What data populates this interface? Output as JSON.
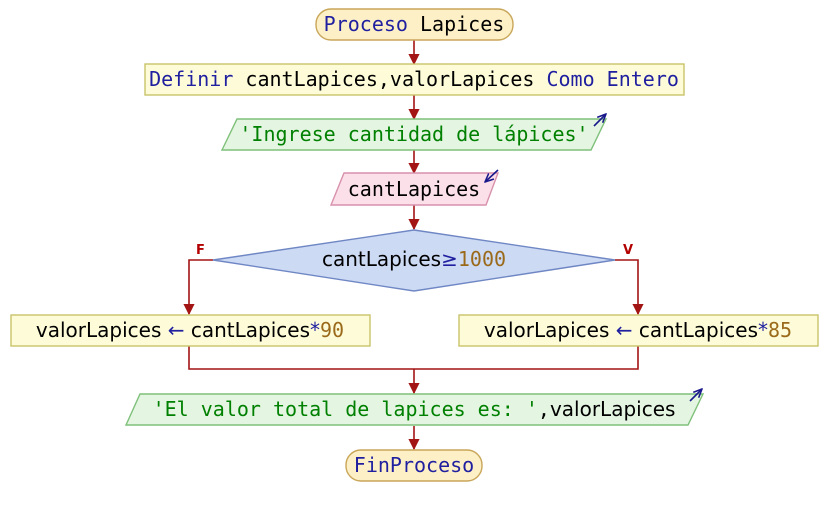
{
  "flowchart": {
    "start": {
      "keyword": "Proceso",
      "name": "Lapices"
    },
    "define": {
      "keyword": "Definir",
      "vars": "cantLapices,valorLapices",
      "as": "Como",
      "type": "Entero"
    },
    "output1": {
      "text": "'Ingrese cantidad de lápices'"
    },
    "input1": {
      "var": "cantLapices"
    },
    "decision": {
      "var": "cantLapices",
      "op": "≥",
      "value": "1000",
      "false_label": "F",
      "true_label": "V"
    },
    "assign_false": {
      "target": "valorLapices",
      "arrow": "←",
      "var": "cantLapices",
      "op": "*",
      "value": "90"
    },
    "assign_true": {
      "target": "valorLapices",
      "arrow": "←",
      "var": "cantLapices",
      "op": "*",
      "value": "85"
    },
    "output2": {
      "text": "'El valor total de lapices es: '",
      "sep": ",",
      "var": "valorLapices"
    },
    "end": {
      "label": "FinProceso"
    }
  },
  "colors": {
    "terminal_fill": "#fdf0c7",
    "terminal_stroke": "#c9a659",
    "define_fill": "#fefcd8",
    "define_stroke": "#c9c36a",
    "output_fill": "#e4f6e2",
    "output_stroke": "#7fc07a",
    "input_fill": "#fbe0ea",
    "input_stroke": "#d891ac",
    "decision_fill": "#cddaf4",
    "decision_stroke": "#6f87c4",
    "assign_fill": "#fefcd8",
    "assign_stroke": "#c9c36a",
    "connector": "#a31414",
    "io_arrow": "#1a1a8c"
  }
}
